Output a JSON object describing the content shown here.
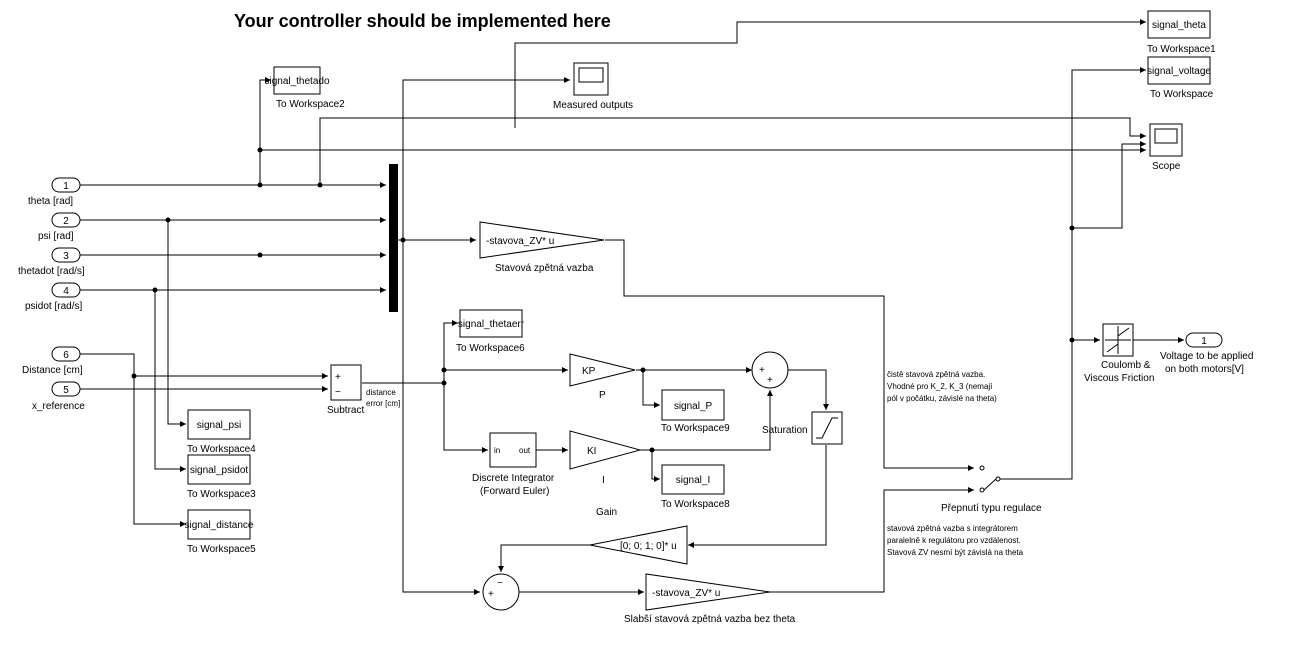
{
  "title": "Your controller should be implemented here",
  "inports": [
    {
      "num": "1",
      "label": "theta [rad]"
    },
    {
      "num": "2",
      "label": "psi [rad]"
    },
    {
      "num": "3",
      "label": "thetadot [rad/s]"
    },
    {
      "num": "4",
      "label": "psidot [rad/s]"
    },
    {
      "num": "6",
      "label": "Distance [cm]"
    },
    {
      "num": "5",
      "label": "x_reference"
    }
  ],
  "outport": {
    "num": "1",
    "label": [
      "Voltage to be applied",
      "on both motors[V]"
    ]
  },
  "to_workspace": [
    {
      "var": "signal_thetado",
      "label": "To Workspace2"
    },
    {
      "var": "signal_theta",
      "label": "To Workspace1"
    },
    {
      "var": "signal_voltage",
      "label": "To Workspace"
    },
    {
      "var": "signal_thetaerr",
      "label": "To Workspace6"
    },
    {
      "var": "signal_P",
      "label": "To Workspace9"
    },
    {
      "var": "signal_I",
      "label": "To Workspace8"
    },
    {
      "var": "signal_psi",
      "label": "To Workspace4"
    },
    {
      "var": "signal_psidot",
      "label": "To Workspace3"
    },
    {
      "var": "signal_distance",
      "label": "To Workspace5"
    }
  ],
  "scopes": [
    {
      "label": "Measured outputs"
    },
    {
      "label": "Scope"
    }
  ],
  "gains": {
    "state_fb": {
      "text": "-stavova_ZV* u",
      "label": "Stavová zpětná vazba"
    },
    "P": {
      "text": "KP",
      "label": "P"
    },
    "I": {
      "text": "KI",
      "label": "I"
    },
    "select": {
      "text": "[0; 0; 1; 0]* u"
    },
    "weak_fb": {
      "text": "-stavova_ZV* u",
      "label": "Slabší stavová zpětná vazba bez theta"
    }
  },
  "gain_label": "Gain",
  "subtract": {
    "label": "Subtract",
    "plus": "+",
    "minus": "−"
  },
  "distance_error_label": [
    "distance",
    "error [cm]"
  ],
  "integrator": {
    "in": "in",
    "out": "out",
    "label": [
      "Discrete Integrator",
      "(Forward Euler)"
    ]
  },
  "saturation_label": "Saturation",
  "coulomb_label": [
    "Coulomb &",
    "Viscous Friction"
  ],
  "switch_label": "Přepnutí typu regulace",
  "sum_signs": {
    "pi_plus_a": "+",
    "pi_plus_b": "+",
    "bottom_minus": "−",
    "bottom_plus": "+"
  },
  "notes": {
    "upper": [
      "čistě stavová zpětná vazba.",
      "Vhodné pro K_2, K_3 (nemají",
      "pól v počátku, závislé na theta)"
    ],
    "lower": [
      "stavová zpětná vazba s integrátorem",
      "paralelně k regulátoru pro vzdálenost.",
      "Stavová ZV nesmí být závislá na theta"
    ]
  }
}
